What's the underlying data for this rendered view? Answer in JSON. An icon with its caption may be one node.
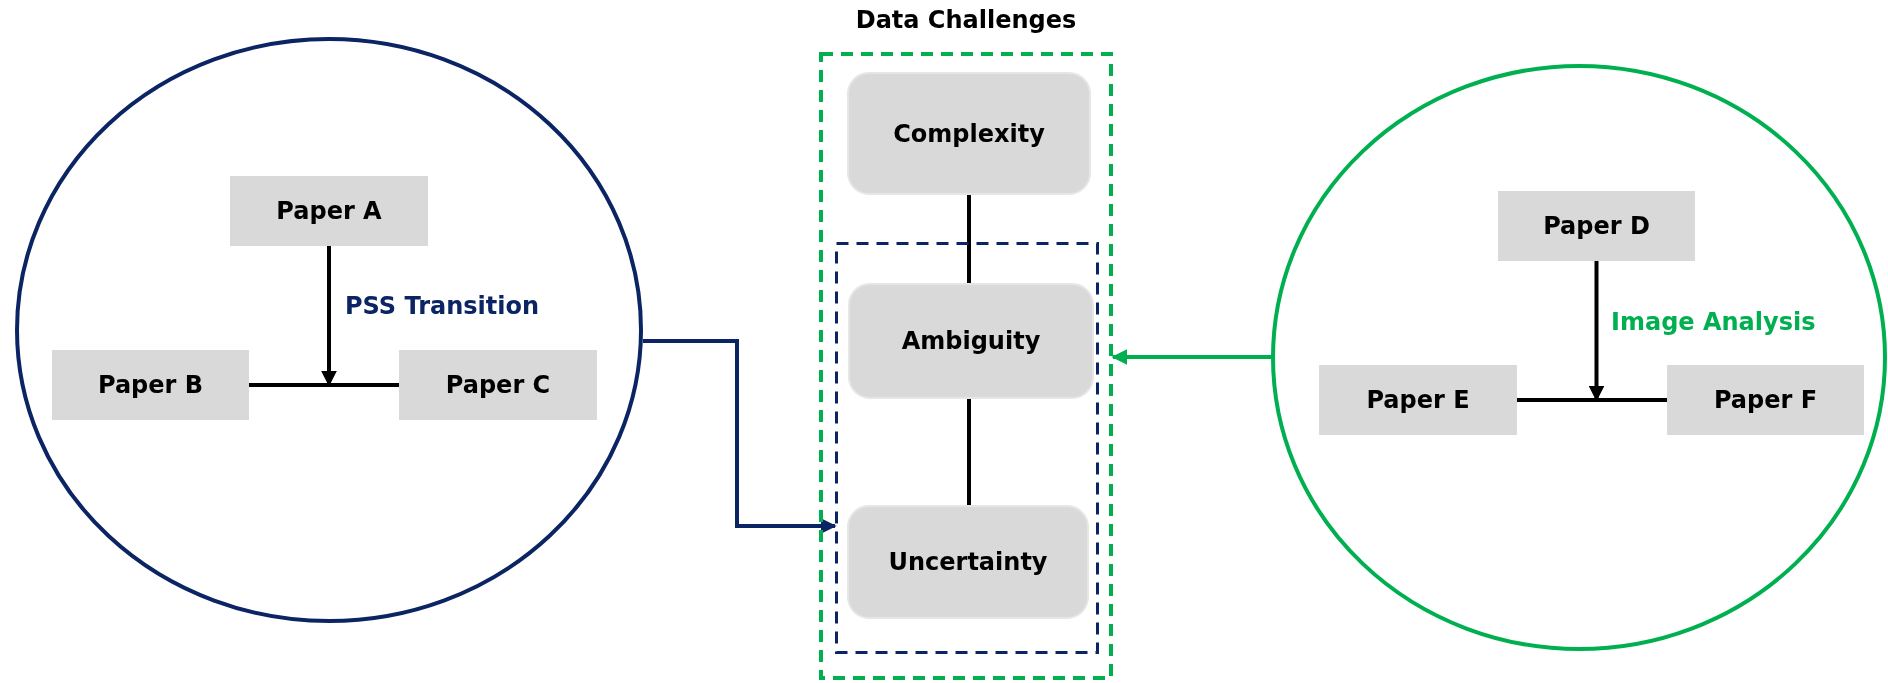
{
  "diagram": {
    "nodes": [
      {
        "text": [],
        "shape": "circle"
      },
      {
        "text": [
          "Paper A"
        ],
        "in": 0
      },
      {
        "text": [
          "Paper B"
        ],
        "in": 0
      },
      {
        "text": [
          "Paper C"
        ],
        "in": 0
      },
      {
        "text": [
          "Data Challenges"
        ]
      },
      {
        "text": [
          "Complexity"
        ],
        "in": 4
      },
      {
        "text": [],
        "shape": "box",
        "in": 4
      },
      {
        "text": [
          "Ambiguity"
        ],
        "in": 6
      },
      {
        "text": [
          "Uncertainty"
        ],
        "in": 6
      },
      {
        "text": [],
        "shape": "circle"
      },
      {
        "text": [
          "Paper D"
        ],
        "in": 9
      },
      {
        "text": [
          "Paper E"
        ],
        "in": 9
      },
      {
        "text": [
          "Paper F"
        ],
        "in": 9
      }
    ],
    "edges": [
      {
        "from": 1,
        "to": null,
        "arrow": "to",
        "label": "PSS Transition"
      },
      {
        "from": 2,
        "to": 3,
        "arrow": "none"
      },
      {
        "from": 0,
        "to": 6,
        "arrow": "to",
        "color": "#0b2463"
      },
      {
        "from": 5,
        "to": 7,
        "arrow": "none"
      },
      {
        "from": 7,
        "to": 8,
        "arrow": "none"
      },
      {
        "from": 9,
        "to": 4,
        "arrow": "to",
        "color": "#00b050"
      },
      {
        "from": 10,
        "to": null,
        "arrow": "to",
        "label": "Image Analysis"
      },
      {
        "from": 11,
        "to": 12,
        "arrow": "none"
      }
    ]
  }
}
